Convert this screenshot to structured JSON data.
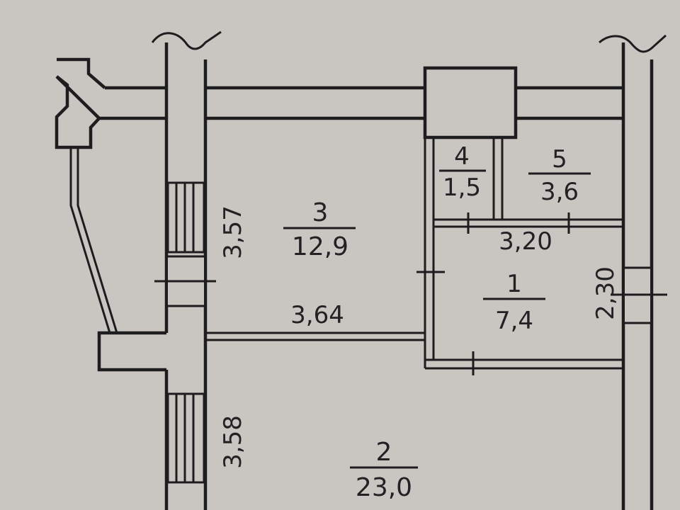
{
  "rooms": [
    {
      "number": "1",
      "area": "7,4"
    },
    {
      "number": "2",
      "area": "23,0"
    },
    {
      "number": "3",
      "area": "12,9"
    },
    {
      "number": "4",
      "area": "1,5"
    },
    {
      "number": "5",
      "area": "3,6"
    }
  ],
  "dimensions": {
    "window_top_height": "3,57",
    "window_bottom_height": "3,58",
    "room3_width": "3,64",
    "room1_width": "3,20",
    "room1_height": "2,30"
  },
  "colors": {
    "paper": "#c9c6c1",
    "ink": "#1d1d1f"
  }
}
